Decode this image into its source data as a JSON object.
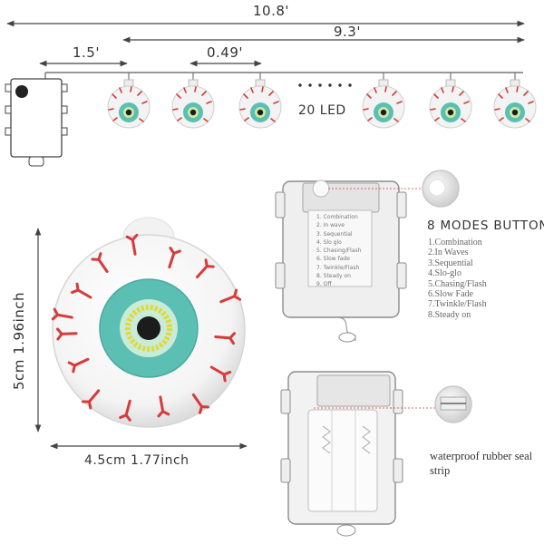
{
  "dimensions": {
    "total_length": "10.8'",
    "light_span": "9.3'",
    "lead_wire": "1.5'",
    "spacing": "0.49'",
    "led_count": "20 LED",
    "eyeball_height": "5cm 1.96inch",
    "eyeball_width": "4.5cm 1.77inch"
  },
  "modes": {
    "title": "8 MODES BUTTON",
    "items": [
      "1.Combination",
      "2.In Waves",
      "3.Sequential",
      "4.Slo-glo",
      "5.Chasing/Flash",
      "6.Slow Fade",
      "7.Twinkle/Flash",
      "8.Steady on"
    ]
  },
  "battery_box_label": {
    "items": [
      "1. Combination",
      "2. In wave",
      "3. Sequential",
      "4. Slo glo",
      "5. Chasing/Flash",
      "6. Slow fade",
      "7. Twinkle/Flash",
      "8. Steady on",
      "9. Off"
    ]
  },
  "seal_strip": "waterproof rubber seal strip",
  "colors": {
    "wire": "#777777",
    "iris": "#5cbfb3",
    "pupil_ring": "#e0d83a",
    "veins": "#d63a3a",
    "battery_box": "#8c8c8c"
  }
}
